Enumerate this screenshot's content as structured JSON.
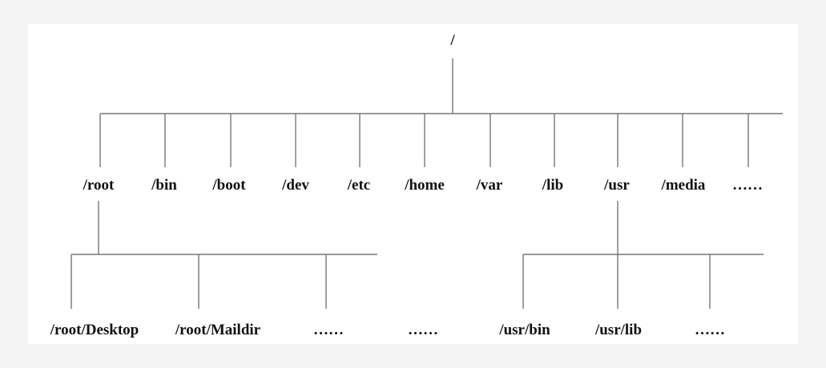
{
  "diagram": {
    "root": {
      "label": "/"
    },
    "level1": [
      {
        "id": "root",
        "label": "/root"
      },
      {
        "id": "bin",
        "label": "/bin"
      },
      {
        "id": "boot",
        "label": "/boot"
      },
      {
        "id": "dev",
        "label": "/dev"
      },
      {
        "id": "etc",
        "label": "/etc"
      },
      {
        "id": "home",
        "label": "/home"
      },
      {
        "id": "var",
        "label": "/var"
      },
      {
        "id": "lib",
        "label": "/lib"
      },
      {
        "id": "usr",
        "label": "/usr"
      },
      {
        "id": "media",
        "label": "/media"
      },
      {
        "id": "more",
        "label": "……"
      }
    ],
    "root_children": [
      {
        "id": "root-desktop",
        "label": "/root/Desktop"
      },
      {
        "id": "root-maildir",
        "label": "/root/Maildir"
      },
      {
        "id": "root-more-1",
        "label": "……"
      }
    ],
    "detached": [
      {
        "id": "more-2",
        "label": "……"
      }
    ],
    "usr_children": [
      {
        "id": "usr-bin",
        "label": "/usr/bin"
      },
      {
        "id": "usr-lib",
        "label": "/usr/lib"
      },
      {
        "id": "usr-more",
        "label": "……"
      }
    ]
  }
}
